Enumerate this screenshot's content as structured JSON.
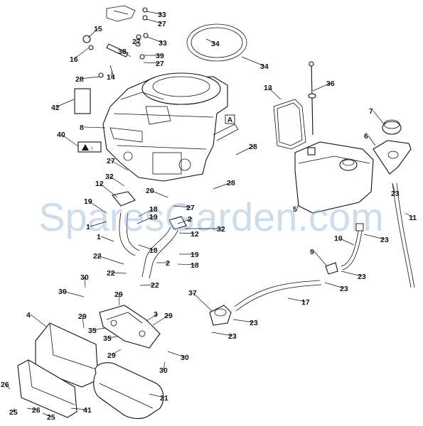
{
  "diagram": {
    "watermark": "SparesGarden.com",
    "connector_marker": "A",
    "callouts": [
      {
        "id": "c-33a",
        "label": "33"
      },
      {
        "id": "c-27a",
        "label": "27"
      },
      {
        "id": "c-15",
        "label": "15"
      },
      {
        "id": "c-16",
        "label": "16"
      },
      {
        "id": "c-27b",
        "label": "27"
      },
      {
        "id": "c-33b",
        "label": "33"
      },
      {
        "id": "c-34a",
        "label": "34"
      },
      {
        "id": "c-38",
        "label": "38"
      },
      {
        "id": "c-39",
        "label": "39"
      },
      {
        "id": "c-27c",
        "label": "27"
      },
      {
        "id": "c-34b",
        "label": "34"
      },
      {
        "id": "c-28a",
        "label": "28"
      },
      {
        "id": "c-14",
        "label": "14"
      },
      {
        "id": "c-13",
        "label": "13"
      },
      {
        "id": "c-36",
        "label": "36"
      },
      {
        "id": "c-42",
        "label": "42"
      },
      {
        "id": "c-7",
        "label": "7"
      },
      {
        "id": "c-8",
        "label": "8"
      },
      {
        "id": "c-6",
        "label": "6"
      },
      {
        "id": "c-40",
        "label": "40"
      },
      {
        "id": "c-28b",
        "label": "28"
      },
      {
        "id": "c-27d",
        "label": "27"
      },
      {
        "id": "c-32a",
        "label": "32"
      },
      {
        "id": "c-28c",
        "label": "28"
      },
      {
        "id": "c-23a",
        "label": "23"
      },
      {
        "id": "c-12a",
        "label": "12"
      },
      {
        "id": "c-20",
        "label": "20"
      },
      {
        "id": "c-19a",
        "label": "19"
      },
      {
        "id": "c-27e",
        "label": "27"
      },
      {
        "id": "c-18a",
        "label": "18"
      },
      {
        "id": "c-5",
        "label": "5"
      },
      {
        "id": "c-11",
        "label": "11"
      },
      {
        "id": "c-1",
        "label": "1"
      },
      {
        "id": "c-19b",
        "label": "19"
      },
      {
        "id": "c-2a",
        "label": "2"
      },
      {
        "id": "c-32b",
        "label": "32"
      },
      {
        "id": "c-23b",
        "label": "23"
      },
      {
        "id": "c-10",
        "label": "10"
      },
      {
        "id": "c-12b",
        "label": "12"
      },
      {
        "id": "c-18b",
        "label": "18"
      },
      {
        "id": "c-1b",
        "label": "1"
      },
      {
        "id": "c-19c",
        "label": "19"
      },
      {
        "id": "c-9",
        "label": "9"
      },
      {
        "id": "c-22a",
        "label": "22"
      },
      {
        "id": "c-2b",
        "label": "2"
      },
      {
        "id": "c-18c",
        "label": "18"
      },
      {
        "id": "c-22b",
        "label": "22"
      },
      {
        "id": "c-23c",
        "label": "23"
      },
      {
        "id": "c-30a",
        "label": "30"
      },
      {
        "id": "c-22c",
        "label": "22"
      },
      {
        "id": "c-23d",
        "label": "23"
      },
      {
        "id": "c-30b",
        "label": "30"
      },
      {
        "id": "c-29a",
        "label": "29"
      },
      {
        "id": "c-37",
        "label": "37"
      },
      {
        "id": "c-17",
        "label": "17"
      },
      {
        "id": "c-4",
        "label": "4"
      },
      {
        "id": "c-29b",
        "label": "29"
      },
      {
        "id": "c-3",
        "label": "3"
      },
      {
        "id": "c-29c",
        "label": "29"
      },
      {
        "id": "c-23e",
        "label": "23"
      },
      {
        "id": "c-35a",
        "label": "35"
      },
      {
        "id": "c-35b",
        "label": "35"
      },
      {
        "id": "c-23f",
        "label": "23"
      },
      {
        "id": "c-29d",
        "label": "29"
      },
      {
        "id": "c-30c",
        "label": "30"
      },
      {
        "id": "c-30d",
        "label": "30"
      },
      {
        "id": "c-26a",
        "label": "26"
      },
      {
        "id": "c-21",
        "label": "21"
      },
      {
        "id": "c-25a",
        "label": "25"
      },
      {
        "id": "c-26b",
        "label": "26"
      },
      {
        "id": "c-25b",
        "label": "25"
      },
      {
        "id": "c-41",
        "label": "41"
      }
    ]
  }
}
